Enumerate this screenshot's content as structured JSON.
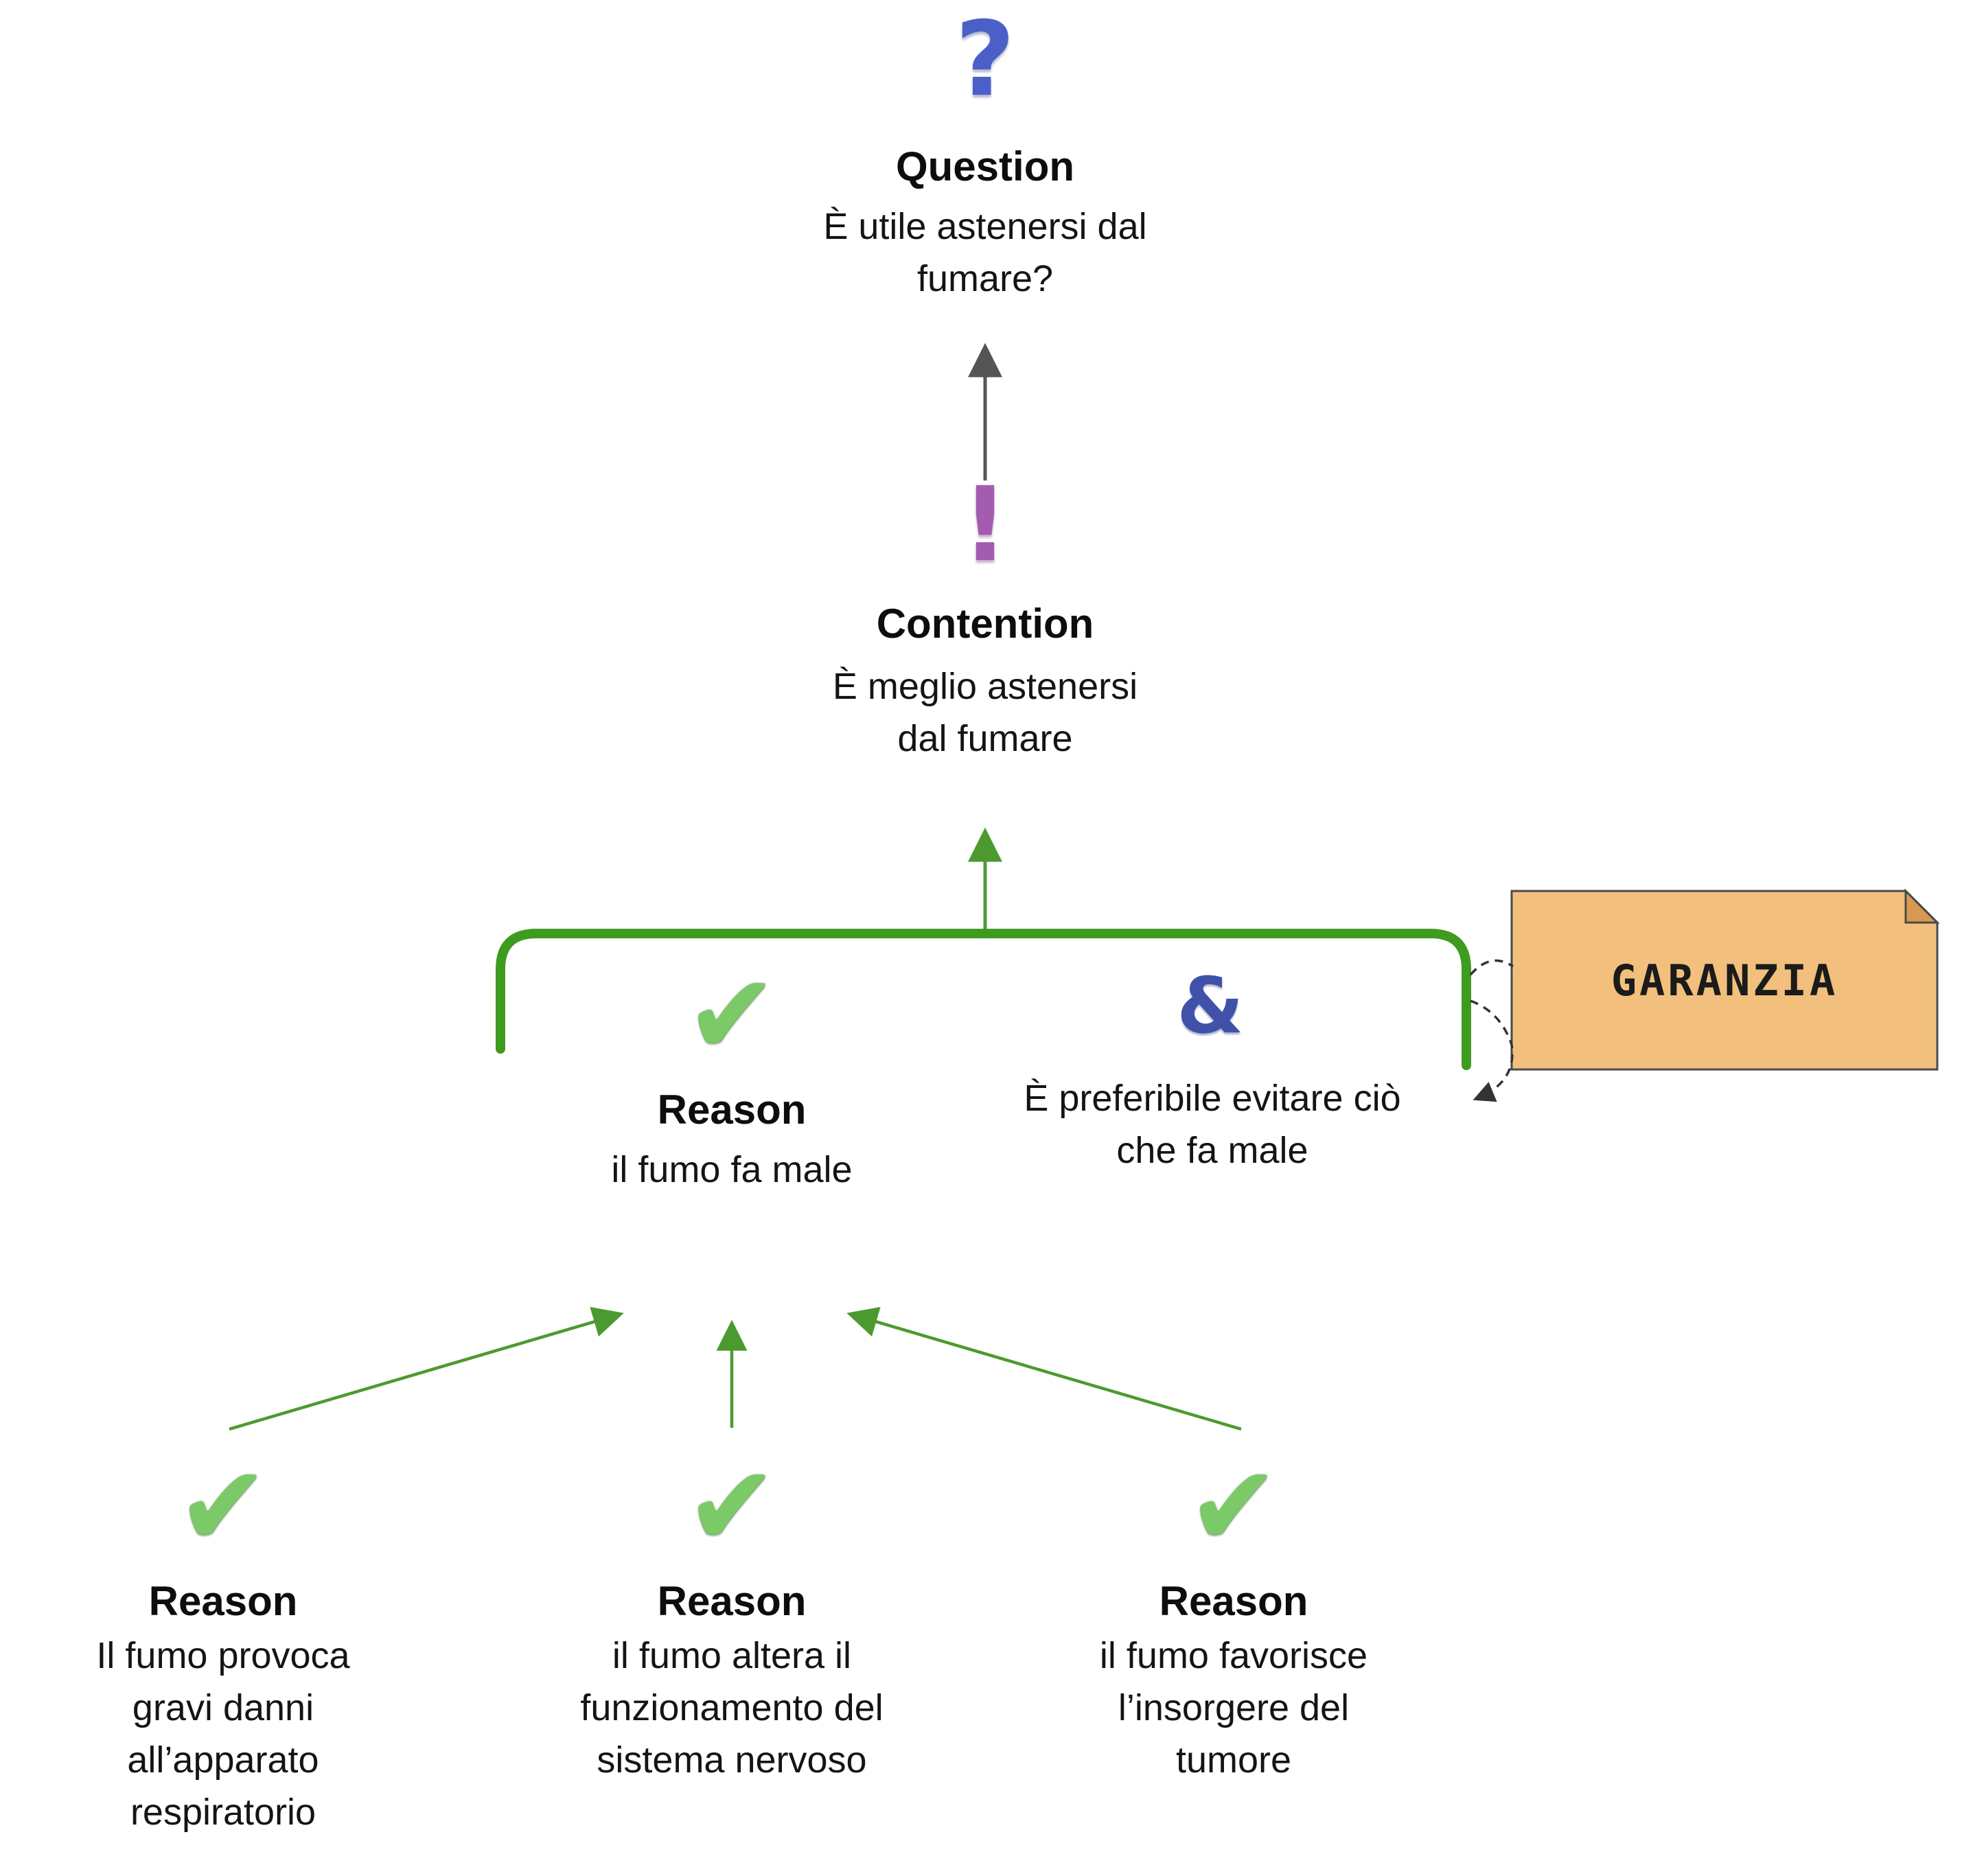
{
  "diagram": {
    "question": {
      "icon": "question-mark-icon",
      "label": "Question",
      "text": "È utile astenersi dal fumare?"
    },
    "contention": {
      "icon": "exclamation-icon",
      "label": "Contention",
      "text": "È meglio astenersi dal fumare"
    },
    "main_reason": {
      "icon": "check-icon",
      "label": "Reason",
      "text": "il fumo fa male"
    },
    "warrant": {
      "icon": "ampersand-icon",
      "text": "È preferibile evitare ciò che fa male"
    },
    "note": {
      "text": "GARANZIA"
    },
    "sub_reasons": [
      {
        "icon": "check-icon",
        "label": "Reason",
        "text": "Il fumo provoca gravi danni all’apparato respiratorio"
      },
      {
        "icon": "check-icon",
        "label": "Reason",
        "text": "il fumo altera il funzionamento del sistema nervoso"
      },
      {
        "icon": "check-icon",
        "label": "Reason",
        "text": "il fumo favorisce l’insorgere del tumore"
      }
    ]
  },
  "icons": {
    "question": "?",
    "exclamation": "!",
    "check": "✔",
    "ampersand": "&"
  },
  "colors": {
    "arrow_green": "#4c9a2f",
    "bracket_green": "#3f9b1f",
    "arrow_gray": "#555555",
    "blue": "#4a5fc8",
    "purple": "#a35cb0",
    "note_bg": "#f2c07c",
    "note_fold": "#d89a52"
  }
}
